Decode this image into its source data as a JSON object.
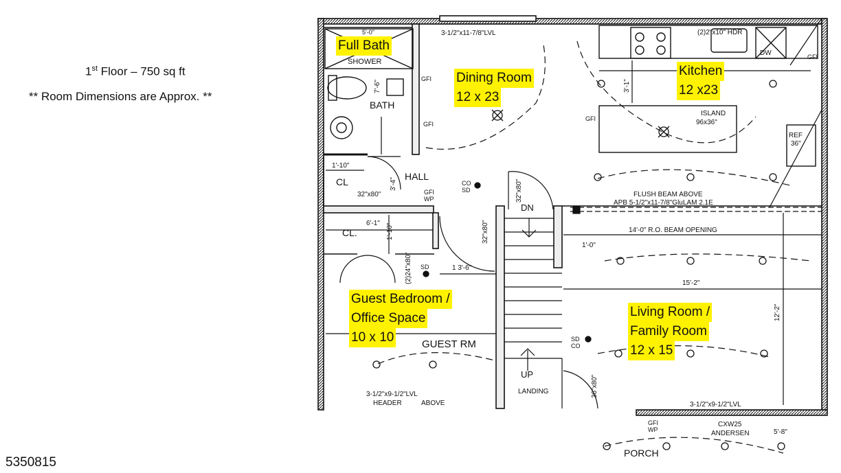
{
  "header": {
    "floor_number": "1",
    "floor_suffix": "st",
    "floor_rest": " Floor – 750 sq ft",
    "note": "** Room Dimensions are Approx. **"
  },
  "listing_id": "5350815",
  "rooms": {
    "full_bath": {
      "name": "Full Bath"
    },
    "dining": {
      "name": "Dining Room",
      "size": "12 x 23"
    },
    "kitchen": {
      "name": "Kitchen",
      "size": "12 x23"
    },
    "guest": {
      "name_1": "Guest Bedroom /",
      "name_2": "Office Space",
      "size": "10 x 10"
    },
    "living": {
      "name_1": "Living Room /",
      "name_2": "Family Room",
      "size": "12 x 15"
    }
  },
  "plan_labels": {
    "shower": "SHOWER",
    "bath": "BATH",
    "hall": "HALL",
    "cl_top": "CL",
    "cl_mid": "CL.",
    "guest_rm": "GUEST RM",
    "island": "ISLAND",
    "island_size": "96x36\"",
    "ref": "REF",
    "ref_size": "36\"",
    "dw": "DW",
    "flush_beam": "FLUSH BEAM ABOVE",
    "apb": "APB 5-1/2\"x11-7/8\"GluLAM 2.1E",
    "beam_opening": "14'-0\" R.O. BEAM OPENING",
    "dim_15_2": "15'-2\"",
    "dim_12_2": "12'-2\"",
    "dim_1_0": "1'-0\"",
    "dim_1_3_6": "1 3'-6\"",
    "dim_6_1": "6'-1\"",
    "dim_1_10": "1'-10\"",
    "dim_1_10b": "1'-10\"",
    "dim_3_4": "3'-4\"",
    "dim_7_6": "7'-6\"",
    "dim_3_1": "3'-1\"",
    "dim_5_0": "5'-0\"",
    "dim_5_8": "5'-8\"",
    "door_32x80_a": "32\"x80\"",
    "door_32x80_b": "32\"x80\"",
    "door_32x80_c": "32\"x80\"",
    "door_24x80": "(2)24\"x80\"",
    "door_36x80": "36\"x80\"",
    "lvl_top": "3-1/2\"x11-7/8\"LVL",
    "lvl_kitchen": "(2)2\"x10\" HDR",
    "lvl_bottom_left": "3-1/2\"x9-1/2\"LVL",
    "header_above": "HEADER",
    "above": "ABOVE",
    "lvl_bottom_right": "3-1/2\"x9-1/2\"LVL",
    "dn": "DN",
    "up": "UP",
    "landing": "LANDING",
    "porch": "PORCH",
    "window": "CXW25",
    "andersen": "ANDERSEN",
    "gfi": "GFI",
    "wp": "WP",
    "sd": "SD",
    "co": "CO"
  }
}
